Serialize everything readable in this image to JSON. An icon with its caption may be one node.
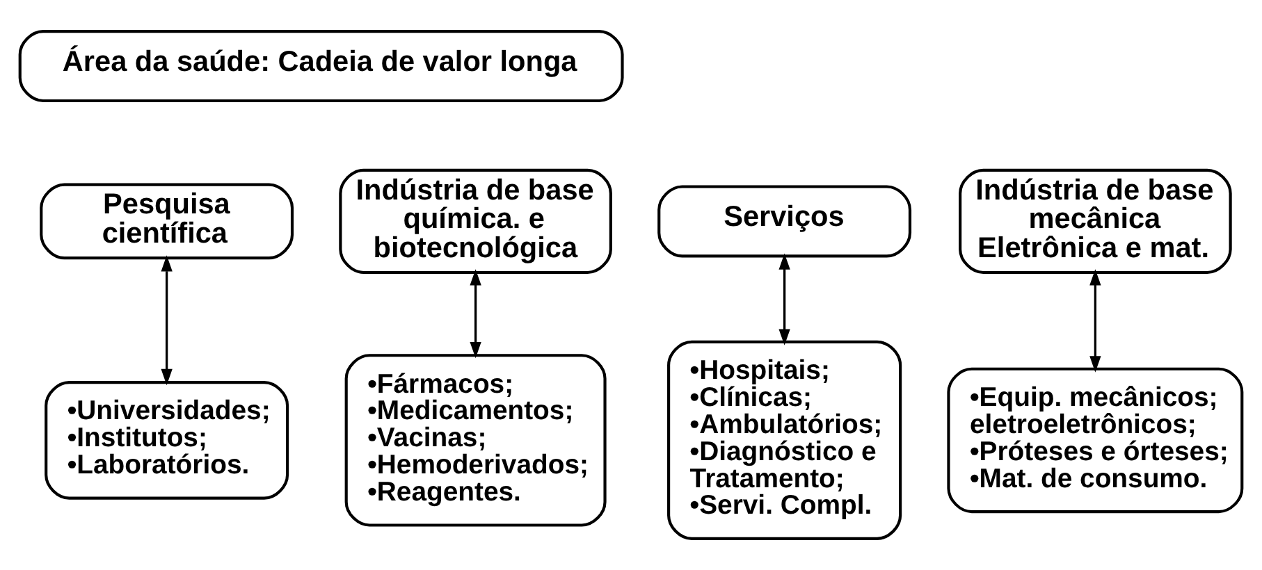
{
  "diagram": {
    "nodes": [
      {
        "text": [
          "Área da saúde: Cadeia de valor longa"
        ]
      },
      {
        "text": [
          "Serviços"
        ]
      },
      {
        "text": [
          "Pesquisa científica"
        ]
      },
      {
        "text": [
          "Indústria de base química. e biotecnológica"
        ]
      },
      {
        "text": [
          "Indústria de base mecânica Eletrônica e mat."
        ]
      },
      {
        "text": [
          "•Hospitais;",
          "•Clínicas;",
          "•Ambulatórios;",
          "•Diagnóstico e Tratamento;",
          "•Servi. Compl."
        ]
      },
      {
        "text": [
          "•Universidades;",
          "•Institutos;",
          "•Laboratórios."
        ]
      },
      {
        "text": [
          "•Fármacos;",
          "•Medicamentos;",
          "•Vacinas;",
          "•Hemoderivados;",
          "•Reagentes."
        ]
      },
      {
        "text": [
          "•Equip. mecânicos;",
          "eletroeletrônicos;",
          "•Próteses e órteses;",
          "•Mat. de consumo."
        ]
      }
    ],
    "edges": [
      {
        "from": 1,
        "to": 5,
        "arrow": "both"
      },
      {
        "from": 2,
        "to": 6,
        "arrow": "both"
      },
      {
        "from": 3,
        "to": 7,
        "arrow": "both"
      },
      {
        "from": 4,
        "to": 8,
        "arrow": "both"
      }
    ]
  }
}
